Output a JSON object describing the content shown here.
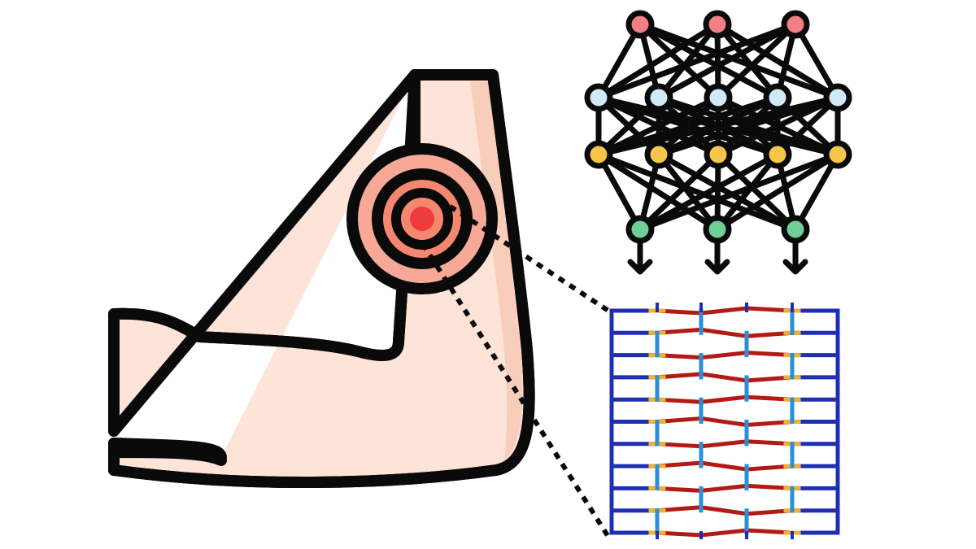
{
  "illustration": {
    "arm_icon": "flexed-arm-icon",
    "target_icon": "pain-target-icon",
    "network_icon": "neural-network-icon",
    "lattice_icon": "stress-lattice-icon",
    "layers": [
      {
        "role": "output-top",
        "count": 3
      },
      {
        "role": "hidden-1",
        "count": 5
      },
      {
        "role": "hidden-2",
        "count": 5
      },
      {
        "role": "input-bottom",
        "count": 3
      }
    ]
  },
  "colors": {
    "outline": "#0a0a0a",
    "skin": "#fde3d8",
    "skin_shade": "#f9cdbb",
    "target_outer": "#f7a896",
    "target_mid": "#f5876f",
    "target_core": "#ef3b3b",
    "node_top": "#f07f86",
    "node_hidden_1": "#cfe9f6",
    "node_hidden_2": "#f6c64b",
    "node_bottom": "#6fcf97",
    "lattice_low": "#1f2fb5",
    "lattice_high": "#b21a14"
  }
}
